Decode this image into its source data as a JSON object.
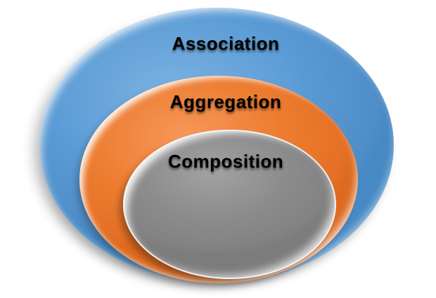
{
  "diagram": {
    "kind": "nested-ellipse-diagram",
    "background_color": "#FFFFFF",
    "label_text_color": "#000000",
    "layers": [
      {
        "label": "Association",
        "color": "#5B9BD5",
        "nesting": "outer"
      },
      {
        "label": "Aggregation",
        "color": "#ED7D31",
        "nesting": "middle"
      },
      {
        "label": "Composition",
        "color": "#8C8C8C",
        "nesting": "inner"
      }
    ]
  }
}
